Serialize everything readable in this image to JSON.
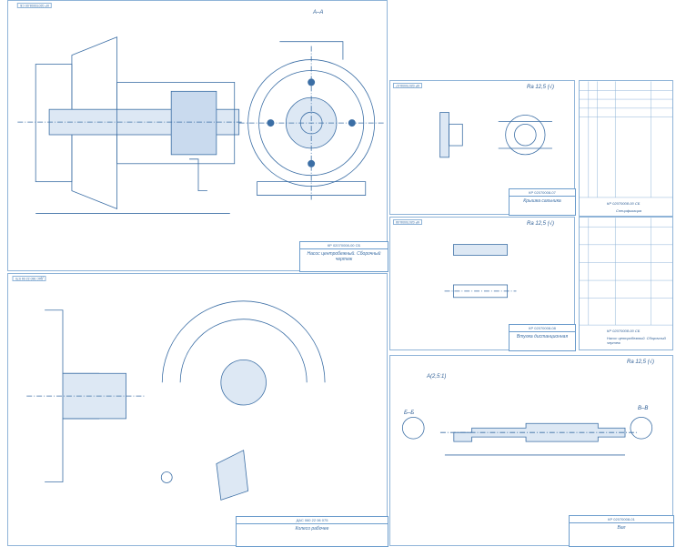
{
  "sheets": {
    "assembly": {
      "code": "КР 02070008-00 СБ",
      "title": "Насос центробежный. Сборочный чертеж",
      "section": "А–А",
      "corner": "КР 02070008-00 СБ"
    },
    "impeller": {
      "code": "ДАС 060 22 06 075",
      "title": "Колесо рабочее",
      "corner": "ДАС 060 22 06 075"
    },
    "gland_cover": {
      "code": "КР 02070008-07",
      "title": "Крышка сальника",
      "corner": "КР 02070008-07",
      "roughness": "Ra 12,5 (√)"
    },
    "spec_1": {
      "code": "КР 02070008-00 СБ",
      "title": "Спецификация"
    },
    "sleeve": {
      "code": "КР 02070008-08",
      "title": "Втулка дистанционная",
      "corner": "КР 02070008-08",
      "roughness": "Ra 12,5 (√)"
    },
    "spec_2": {
      "code": "КР 02070008-00 СБ",
      "title": "Насос центробежный. Сборочный чертеж"
    },
    "shaft": {
      "code": "КР 02070008-01",
      "title": "Вал",
      "section_b": "Б–Б",
      "section_v": "В–В",
      "label_a": "А(2,5:1)",
      "roughness": "Ra 12,5 (√)"
    }
  },
  "colors": {
    "line": "#3b6ea5",
    "light": "#8fb4d8",
    "fill": "#5b8fc7"
  }
}
